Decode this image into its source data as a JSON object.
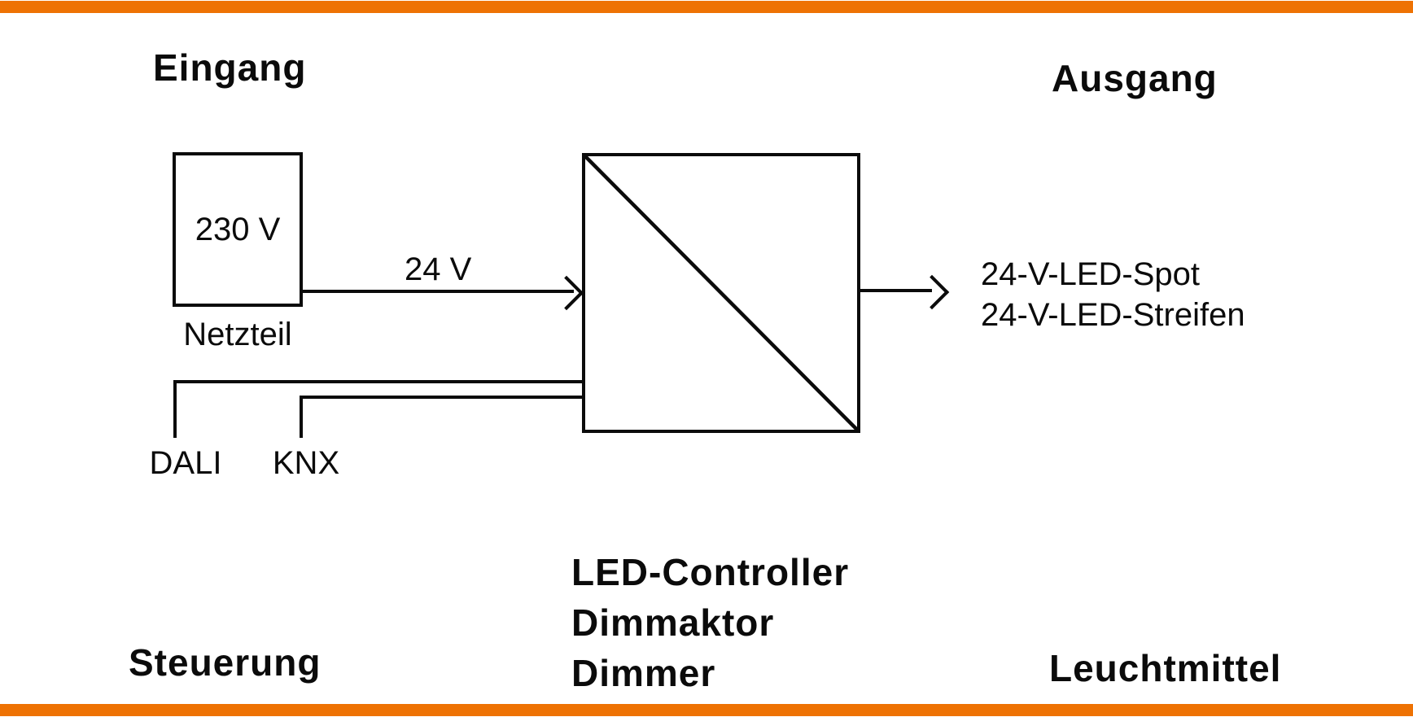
{
  "meta": {
    "accent_color": "#ee7203",
    "text_color": "#0b0b0b",
    "background_color": "#ffffff"
  },
  "headings": {
    "input": "Eingang",
    "output": "Ausgang",
    "control": "Steuerung",
    "load": "Leuchtmittel"
  },
  "power_supply": {
    "voltage": "230 V",
    "caption": "Netzteil"
  },
  "input_line": {
    "label": "24 V"
  },
  "controller": {
    "lines": [
      "LED-Controller",
      "Dimmaktor",
      "Dimmer"
    ]
  },
  "buses": {
    "dali": "DALI",
    "knx": "KNX"
  },
  "output": {
    "lines": [
      "24-V-LED-Spot",
      "24-V-LED-Streifen"
    ]
  }
}
